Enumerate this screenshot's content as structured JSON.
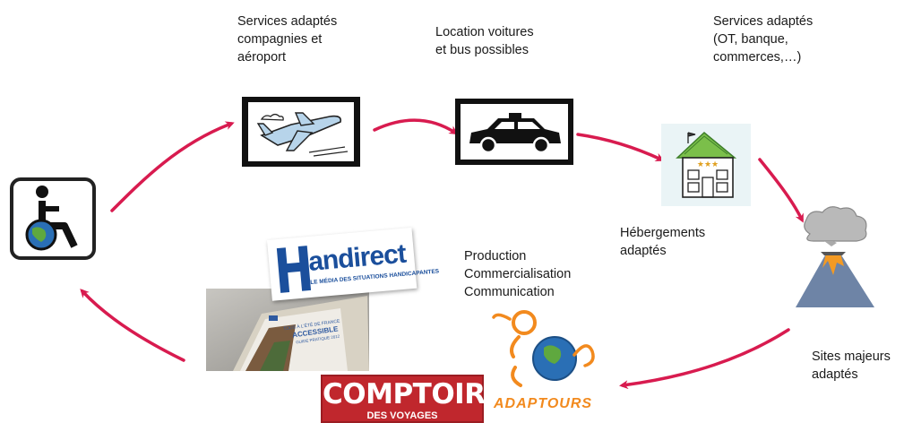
{
  "labels": {
    "airport": "Services adaptés\ncompagnies et\naéroport",
    "car_rental": "Location voitures\net bus possibles",
    "services": "Services adaptés\n(OT, banque,\ncommerces,…)",
    "lodging": "Hébergements\nadaptés",
    "sites": "Sites majeurs\nadaptés",
    "production": "Production\nCommercialisation\nCommunication"
  },
  "logos": {
    "handirect_main": "andirect",
    "handirect_sub": "LE MÉDIA DES SITUATIONS HANDICAPANTES",
    "guide_title": "TOUS À L'ÉTÉ DE FRANCE",
    "guide_accessible": "ACCESSIBLE",
    "guide_subtitle": "GUIDE PRATIQUE 2012",
    "comptoir_main": "COMPTOIR",
    "comptoir_sub": "DES VOYAGES",
    "adaptours": "ADAPTOURS",
    "hotel_stars": "★★★"
  },
  "colors": {
    "arrow": "#d81b4f",
    "text": "#1a1a1a",
    "handirect_blue": "#1b4f9c",
    "comptoir_red": "#c0272d",
    "adaptours_orange": "#f28a1e",
    "volcano_lava": "#f39a24",
    "volcano_rock": "#6e84a6"
  },
  "icons": [
    "wheelchair-icon",
    "plane-icon",
    "car-icon",
    "hotel-icon",
    "volcano-icon"
  ]
}
